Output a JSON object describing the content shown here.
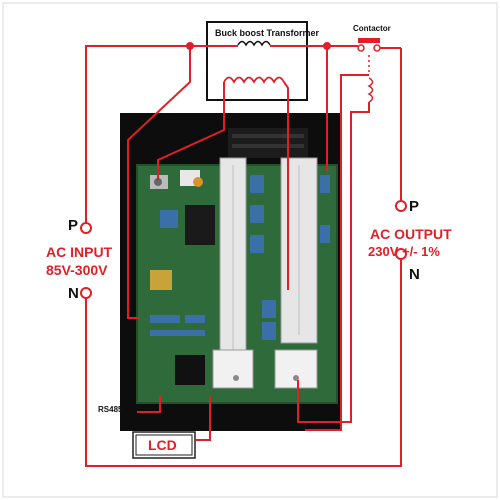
{
  "diagram": {
    "transformer_label": "Buck boost Transformer",
    "contactor_label": "Contactor",
    "input_p": "P",
    "input_n": "N",
    "input_title": "AC INPUT",
    "input_range": "85V-300V",
    "output_p": "P",
    "output_n": "N",
    "output_title": "AC OUTPUT",
    "output_value": "230V +/- 1%",
    "rs485_label": "RS485",
    "lcd_label": "LCD",
    "colors": {
      "wire_red": "#e01f26",
      "board_green": "#2f6b3a",
      "board_bg": "#0d0d0d",
      "heatsink": "#e6e6e6"
    }
  }
}
